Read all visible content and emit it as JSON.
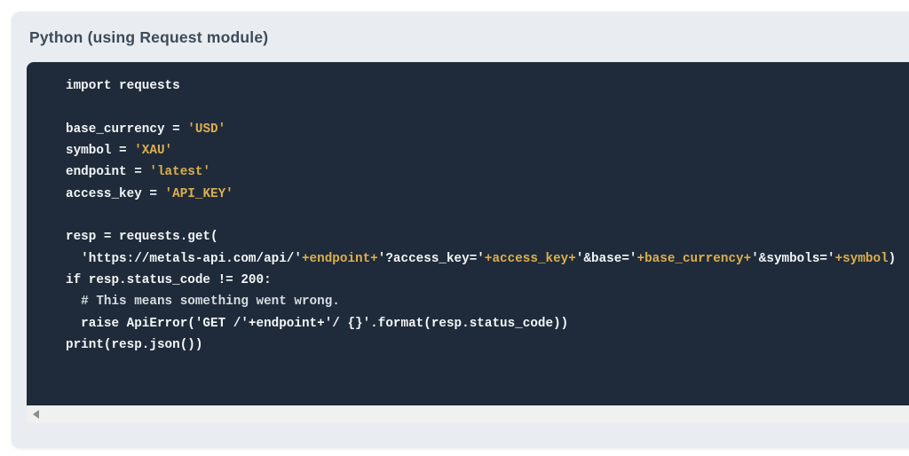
{
  "page": {
    "background": "#ffffff"
  },
  "card": {
    "title": "Python (using Request module)",
    "background": "#e9edf2",
    "title_color": "#3e4a57"
  },
  "code_block": {
    "language": "python",
    "background": "#1f2b3a",
    "text_color": "#f3f5f7",
    "accent_color": "#dcae4e",
    "comment_color": "#d6dce2",
    "lines": [
      {
        "segments": [
          {
            "style": "plain",
            "text": "import requests"
          }
        ]
      },
      {
        "segments": []
      },
      {
        "segments": [
          {
            "style": "plain",
            "text": "base_currency = "
          },
          {
            "style": "accent",
            "text": "'USD'"
          }
        ]
      },
      {
        "segments": [
          {
            "style": "plain",
            "text": "symbol = "
          },
          {
            "style": "accent",
            "text": "'XAU'"
          }
        ]
      },
      {
        "segments": [
          {
            "style": "plain",
            "text": "endpoint = "
          },
          {
            "style": "accent",
            "text": "'latest'"
          }
        ]
      },
      {
        "segments": [
          {
            "style": "plain",
            "text": "access_key = "
          },
          {
            "style": "accent",
            "text": "'API_KEY'"
          }
        ]
      },
      {
        "segments": []
      },
      {
        "segments": [
          {
            "style": "plain",
            "text": "resp = requests.get("
          }
        ]
      },
      {
        "segments": [
          {
            "style": "plain",
            "text": "  'https://metals-api.com/api/'"
          },
          {
            "style": "accent",
            "text": "+endpoint+"
          },
          {
            "style": "plain",
            "text": "'?access_key='"
          },
          {
            "style": "accent",
            "text": "+access_key+"
          },
          {
            "style": "plain",
            "text": "'&base='"
          },
          {
            "style": "accent",
            "text": "+base_currency+"
          },
          {
            "style": "plain",
            "text": "'&symbols='"
          },
          {
            "style": "accent",
            "text": "+symbol"
          },
          {
            "style": "plain",
            "text": ")"
          }
        ]
      },
      {
        "segments": [
          {
            "style": "plain",
            "text": "if resp.status_code != 200:"
          }
        ]
      },
      {
        "segments": [
          {
            "style": "comment",
            "text": "  # This means something went wrong."
          }
        ]
      },
      {
        "segments": [
          {
            "style": "plain",
            "text": "  raise ApiError('GET /'+endpoint+'/ {}'.format(resp.status_code))"
          }
        ]
      },
      {
        "segments": [
          {
            "style": "plain",
            "text": "print(resp.json())"
          }
        ]
      }
    ]
  },
  "scrollbar": {
    "orientation": "horizontal",
    "track_color": "#f0f0f0",
    "left_arrow_icon": "left-triangle",
    "arrow_color": "#8d8d8d"
  }
}
